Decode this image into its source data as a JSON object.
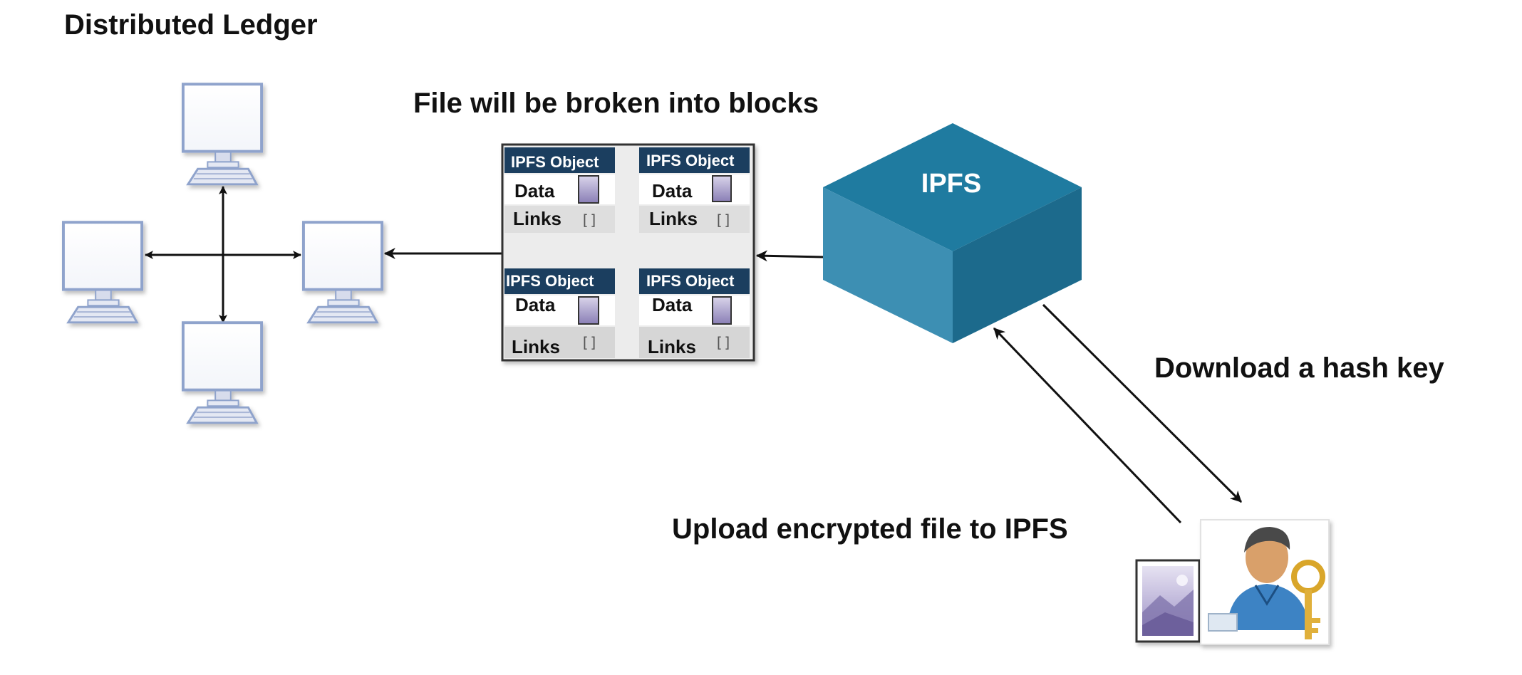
{
  "headings": {
    "ledger": "Distributed Ledger",
    "blocks": "File will be broken into blocks",
    "download": "Download a hash key",
    "upload": "Upload encrypted file to IPFS"
  },
  "ipfs_node": {
    "label": "IPFS",
    "colors": {
      "top": "#1F7BA0",
      "left": "#3D8FB3",
      "right": "#1C6A8C"
    }
  },
  "ipfs_objects": [
    {
      "title": "IPFS Object",
      "data_label": "Data",
      "links_label": "Links",
      "links_value": "[]"
    },
    {
      "title": "IPFS Object",
      "data_label": "Data",
      "links_label": "Links",
      "links_value": "[]"
    },
    {
      "title": "IPFS Object",
      "data_label": "Data",
      "links_label": "Links",
      "links_value": "[]"
    },
    {
      "title": "IPFS Object",
      "data_label": "Data",
      "links_label": "Links",
      "links_value": "[]"
    }
  ],
  "colors": {
    "object_title_bg": "#1B3E5F",
    "monitor_border": "#8FA3CC",
    "arrow": "#111111"
  },
  "icons": {
    "computers": [
      "computer-icon",
      "computer-icon",
      "computer-icon",
      "computer-icon"
    ],
    "file": "image-file-icon",
    "user": "user-with-key-icon"
  }
}
